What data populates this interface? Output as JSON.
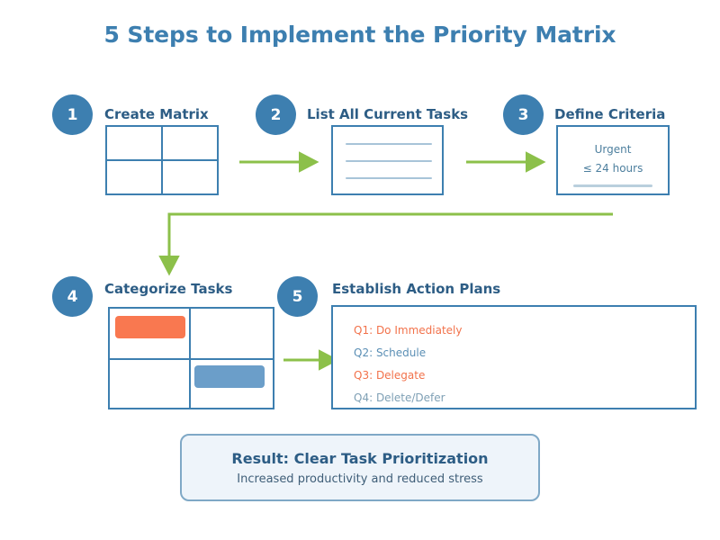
{
  "title": "5 Steps to Implement the Priority Matrix",
  "colors": {
    "brand_blue": "#3d7fb0",
    "title_blue": "#3d7fb0",
    "heading_blue": "#2d5d85",
    "arrow_green": "#8cc04a",
    "chip_orange": "#f97850",
    "chip_blue": "#6b9ec9",
    "rule_blue": "#a8c4d8",
    "result_fill": "#eef4fa",
    "result_border": "#7fa8c6",
    "background": "#ffffff"
  },
  "steps": [
    {
      "number": "1",
      "heading": "Create Matrix"
    },
    {
      "number": "2",
      "heading": "List All Current Tasks"
    },
    {
      "number": "3",
      "heading": "Define Criteria"
    },
    {
      "number": "4",
      "heading": "Categorize Tasks"
    },
    {
      "number": "5",
      "heading": "Establish Action Plans"
    }
  ],
  "criteria": {
    "line1": "Urgent",
    "line2": "≤ 24 hours"
  },
  "action_plans": [
    {
      "label": "Q1: Do Immediately",
      "color": "#f2724b"
    },
    {
      "label": "Q2: Schedule",
      "color": "#5b8fb5"
    },
    {
      "label": "Q3: Delegate",
      "color": "#f2724b"
    },
    {
      "label": "Q4: Delete/Defer",
      "color": "#7fa0b5"
    }
  ],
  "result": {
    "title": "Result: Clear Task Prioritization",
    "subtitle": "Increased productivity and reduced stress"
  }
}
